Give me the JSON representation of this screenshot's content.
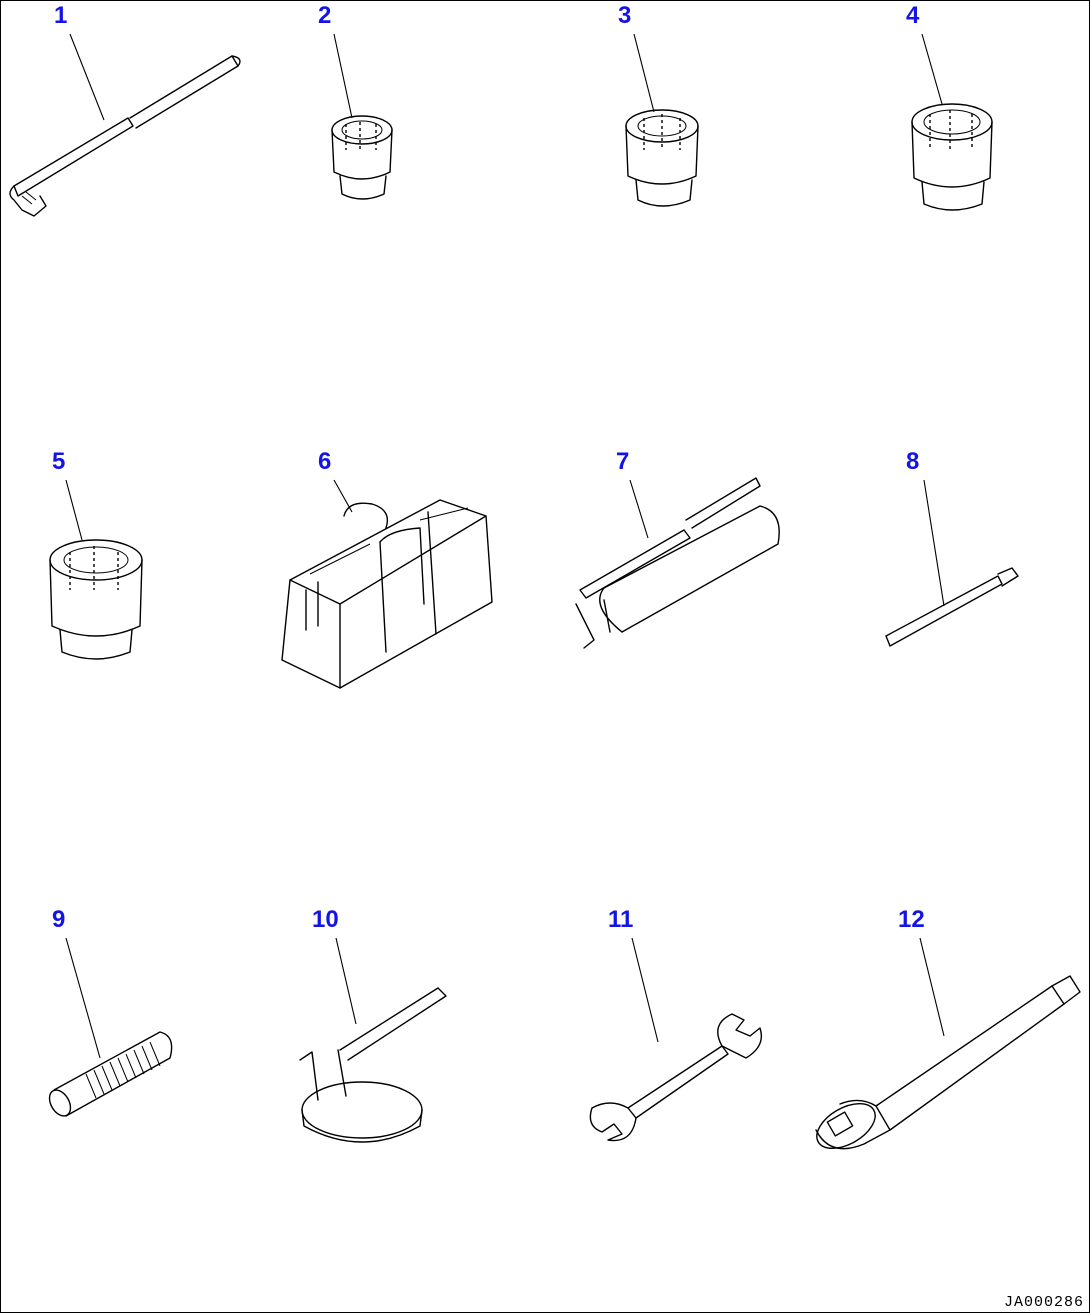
{
  "items": [
    {
      "number": "1",
      "icon": "socket-wrench-handle-icon"
    },
    {
      "number": "2",
      "icon": "socket-icon"
    },
    {
      "number": "3",
      "icon": "socket-icon"
    },
    {
      "number": "4",
      "icon": "socket-icon"
    },
    {
      "number": "5",
      "icon": "socket-icon"
    },
    {
      "number": "6",
      "icon": "tool-bag-icon"
    },
    {
      "number": "7",
      "icon": "grease-gun-icon"
    },
    {
      "number": "8",
      "icon": "screwdriver-icon"
    },
    {
      "number": "9",
      "icon": "stud-bolt-icon"
    },
    {
      "number": "10",
      "icon": "filter-wrench-icon"
    },
    {
      "number": "11",
      "icon": "spanner-icon"
    },
    {
      "number": "12",
      "icon": "extension-bar-icon"
    }
  ],
  "drawing_id": "JA000286",
  "colors": {
    "callout": "#1414e6",
    "line": "#000000",
    "background": "#ffffff"
  }
}
